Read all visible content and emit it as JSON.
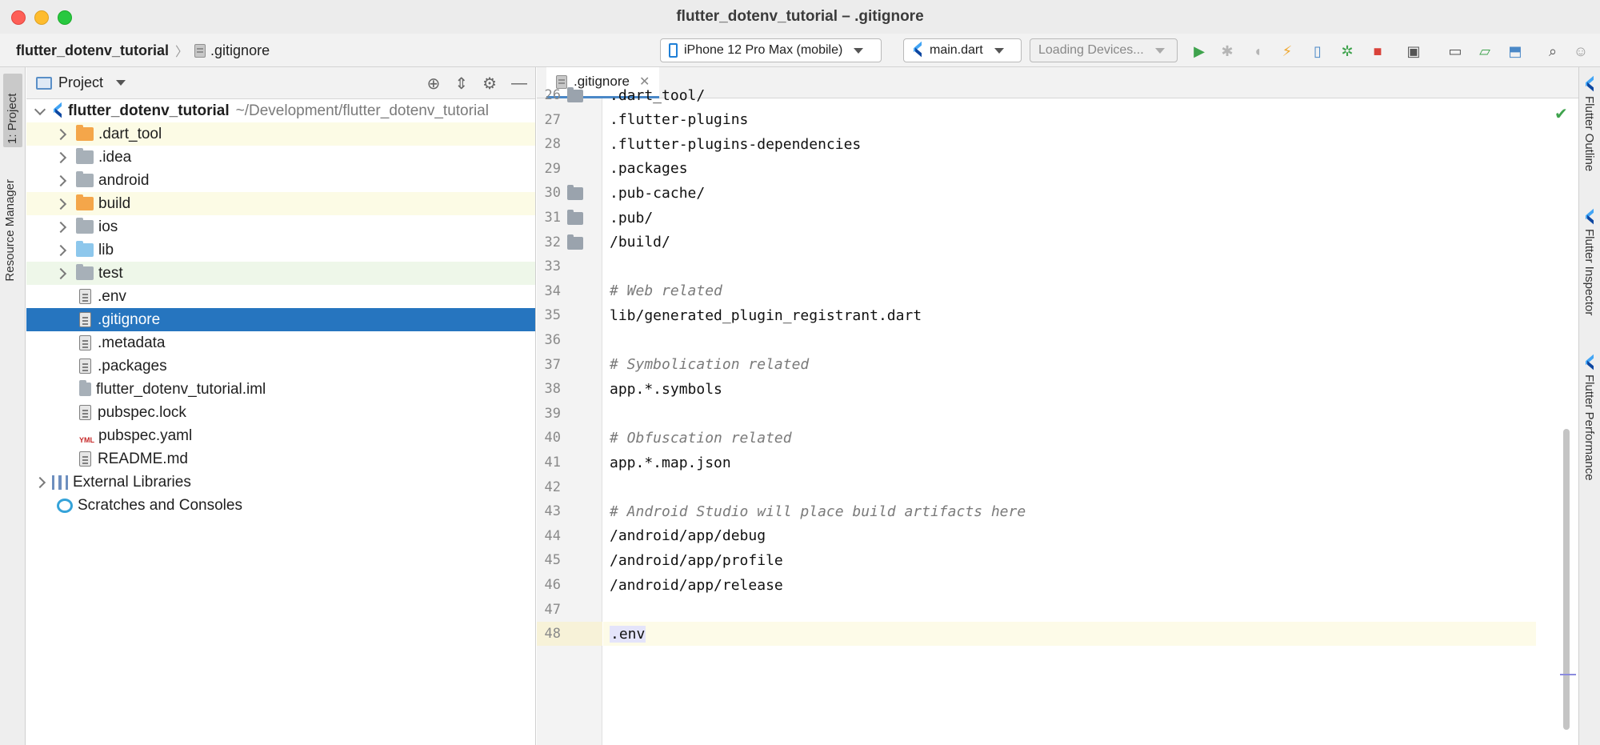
{
  "window": {
    "title": "flutter_dotenv_tutorial – .gitignore"
  },
  "navbar": {
    "project": "flutter_dotenv_tutorial",
    "file": ".gitignore",
    "device": "iPhone 12 Pro Max (mobile)",
    "run_config": "main.dart",
    "devices_status": "Loading Devices..."
  },
  "left_strip": {
    "project_tab": "1: Project",
    "resource_tab": "Resource Manager"
  },
  "right_strip": {
    "tabs": [
      "Flutter Outline",
      "Flutter Inspector",
      "Flutter Performance"
    ]
  },
  "project_panel": {
    "title": "Project",
    "root": {
      "name": "flutter_dotenv_tutorial",
      "path": "~/Development/flutter_dotenv_tutorial"
    },
    "items": [
      {
        "label": ".dart_tool"
      },
      {
        "label": ".idea"
      },
      {
        "label": "android"
      },
      {
        "label": "build"
      },
      {
        "label": "ios"
      },
      {
        "label": "lib"
      },
      {
        "label": "test"
      },
      {
        "label": ".env"
      },
      {
        "label": ".gitignore"
      },
      {
        "label": ".metadata"
      },
      {
        "label": ".packages"
      },
      {
        "label": "flutter_dotenv_tutorial.iml"
      },
      {
        "label": "pubspec.lock"
      },
      {
        "label": "pubspec.yaml"
      },
      {
        "label": "README.md"
      }
    ],
    "external_libraries": "External Libraries",
    "scratches": "Scratches and Consoles"
  },
  "editor": {
    "tab_label": ".gitignore",
    "lines": [
      {
        "n": "26",
        "text": ".dart_tool/"
      },
      {
        "n": "27",
        "text": ".flutter-plugins"
      },
      {
        "n": "28",
        "text": ".flutter-plugins-dependencies"
      },
      {
        "n": "29",
        "text": ".packages"
      },
      {
        "n": "30",
        "text": ".pub-cache/"
      },
      {
        "n": "31",
        "text": ".pub/"
      },
      {
        "n": "32",
        "text": "/build/"
      },
      {
        "n": "33",
        "text": ""
      },
      {
        "n": "34",
        "text": "# Web related"
      },
      {
        "n": "35",
        "text": "lib/generated_plugin_registrant.dart"
      },
      {
        "n": "36",
        "text": ""
      },
      {
        "n": "37",
        "text": "# Symbolication related"
      },
      {
        "n": "38",
        "text": "app.*.symbols"
      },
      {
        "n": "39",
        "text": ""
      },
      {
        "n": "40",
        "text": "# Obfuscation related"
      },
      {
        "n": "41",
        "text": "app.*.map.json"
      },
      {
        "n": "42",
        "text": ""
      },
      {
        "n": "43",
        "text": "# Android Studio will place build artifacts here"
      },
      {
        "n": "44",
        "text": "/android/app/debug"
      },
      {
        "n": "45",
        "text": "/android/app/profile"
      },
      {
        "n": "46",
        "text": "/android/app/release"
      },
      {
        "n": "47",
        "text": ""
      },
      {
        "n": "48",
        "text": ".env"
      }
    ]
  }
}
